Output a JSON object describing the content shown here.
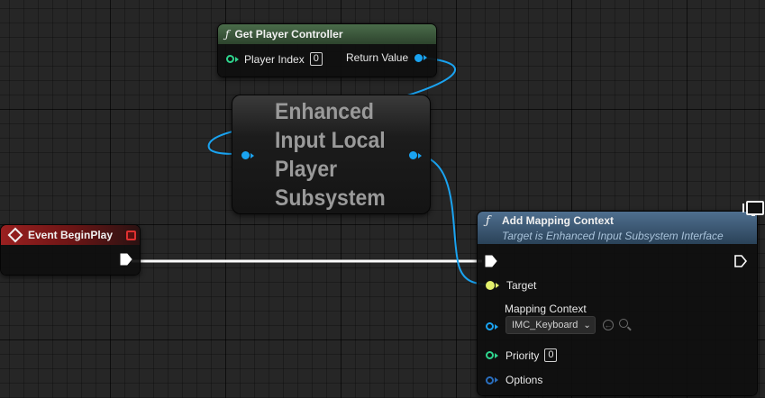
{
  "colors": {
    "exec_wire": "#ffffff",
    "object_wire": "#1aa3f0",
    "pure_header": "#3e5f3e",
    "event_header": "#8c1d1d",
    "callable_header": "#3c5873"
  },
  "get_player_controller": {
    "title": "Get Player Controller",
    "player_index_label": "Player Index",
    "player_index_value": "0",
    "return_value_label": "Return Value"
  },
  "enhanced_input": {
    "title": "Enhanced Input Local Player Subsystem"
  },
  "event_begin_play": {
    "title": "Event BeginPlay"
  },
  "add_mapping_context": {
    "title": "Add Mapping Context",
    "subtitle": "Target is Enhanced Input Subsystem Interface",
    "target_label": "Target",
    "mapping_context_label": "Mapping Context",
    "mapping_context_value": "IMC_Keyboard",
    "priority_label": "Priority",
    "priority_value": "0",
    "options_label": "Options"
  }
}
